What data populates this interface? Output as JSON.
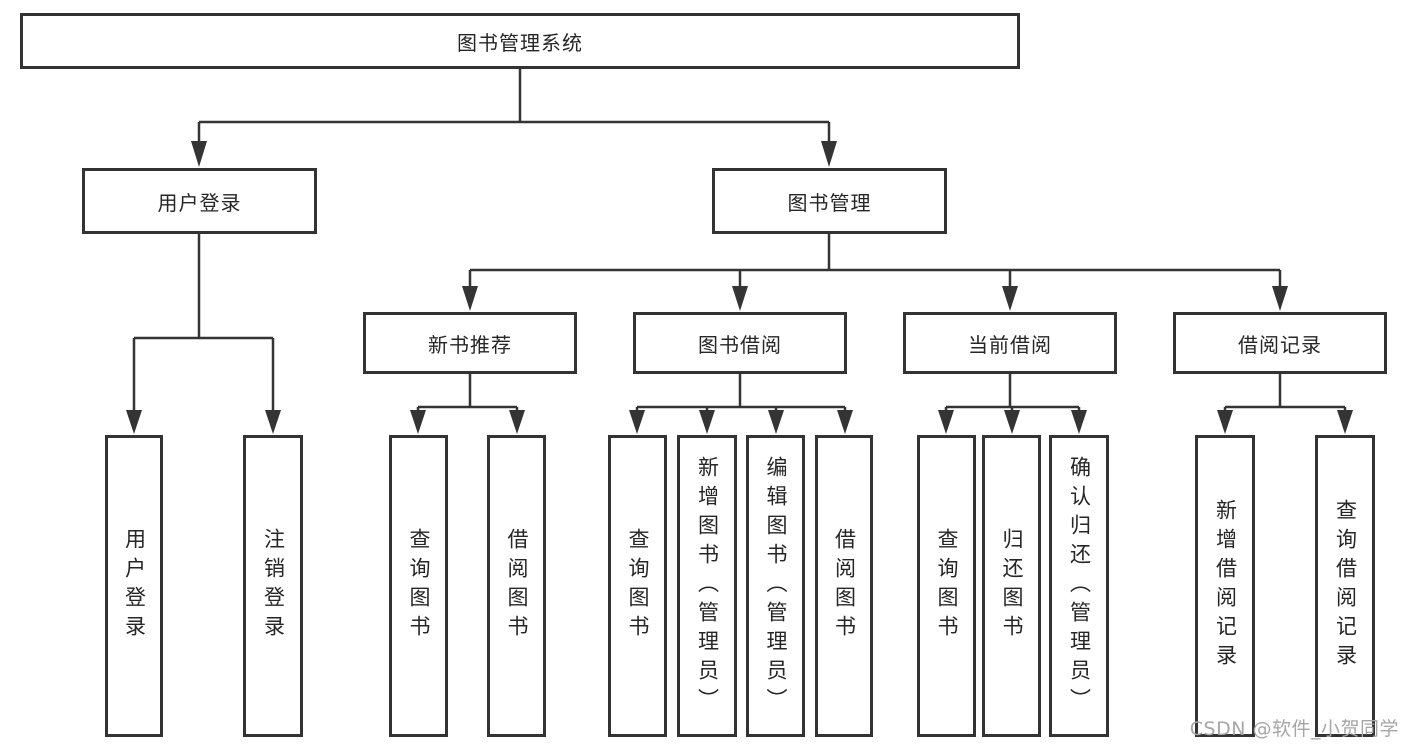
{
  "diagram": {
    "root": {
      "label": "图书管理系统"
    },
    "branches": [
      {
        "label": "用户登录",
        "children": [
          {
            "label": "用户登录"
          },
          {
            "label": "注销登录"
          }
        ]
      },
      {
        "label": "图书管理",
        "children": [
          {
            "label": "新书推荐",
            "children": [
              {
                "label": "查询图书"
              },
              {
                "label": "借阅图书"
              }
            ]
          },
          {
            "label": "图书借阅",
            "children": [
              {
                "label": "查询图书"
              },
              {
                "label": "新增图书（管理员）"
              },
              {
                "label": "编辑图书（管理员）"
              },
              {
                "label": "借阅图书"
              }
            ]
          },
          {
            "label": "当前借阅",
            "children": [
              {
                "label": "查询图书"
              },
              {
                "label": "归还图书"
              },
              {
                "label": "确认归还（管理员）"
              }
            ]
          },
          {
            "label": "借阅记录",
            "children": [
              {
                "label": "新增借阅记录"
              },
              {
                "label": "查询借阅记录"
              }
            ]
          }
        ]
      }
    ],
    "line_color": "#343434"
  },
  "watermark": {
    "text": "CSDN @软件_小贺同学"
  }
}
